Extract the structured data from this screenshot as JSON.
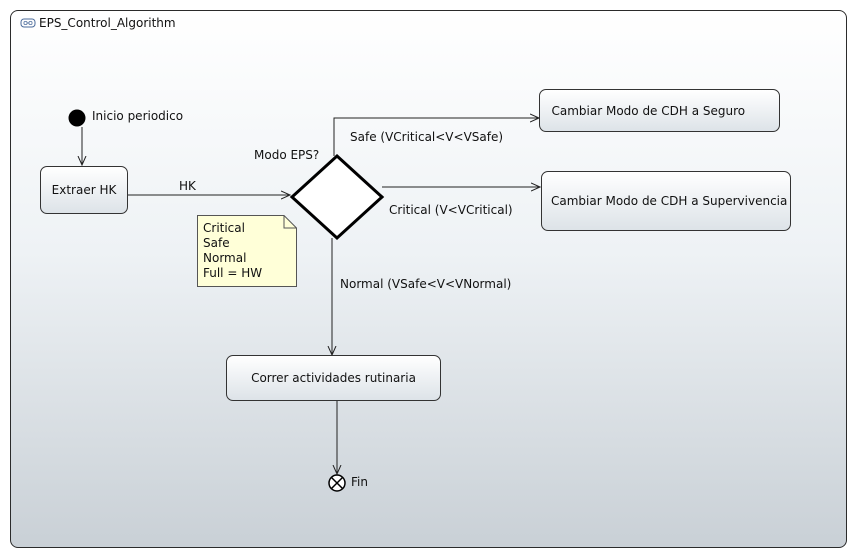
{
  "diagram": {
    "title": "EPS_Control_Algorithm",
    "initial_label": "Inicio periodico",
    "final_label": "Fin",
    "decision_label": "Modo EPS?",
    "actions": {
      "extract": "Extraer HK",
      "safe": "Cambiar Modo de CDH a Seguro",
      "survival": "Cambiar Modo de CDH a Supervivencia",
      "routine": "Correr actividades rutinaria"
    },
    "edges": {
      "hk": "HK",
      "safe": "Safe (VCritical<V<VSafe)",
      "critical": "Critical (V<VCritical)",
      "normal": "Normal (VSafe<V<VNormal)"
    },
    "note": {
      "lines": [
        "Critical",
        "Safe",
        "Normal",
        "Full = HW"
      ]
    }
  }
}
